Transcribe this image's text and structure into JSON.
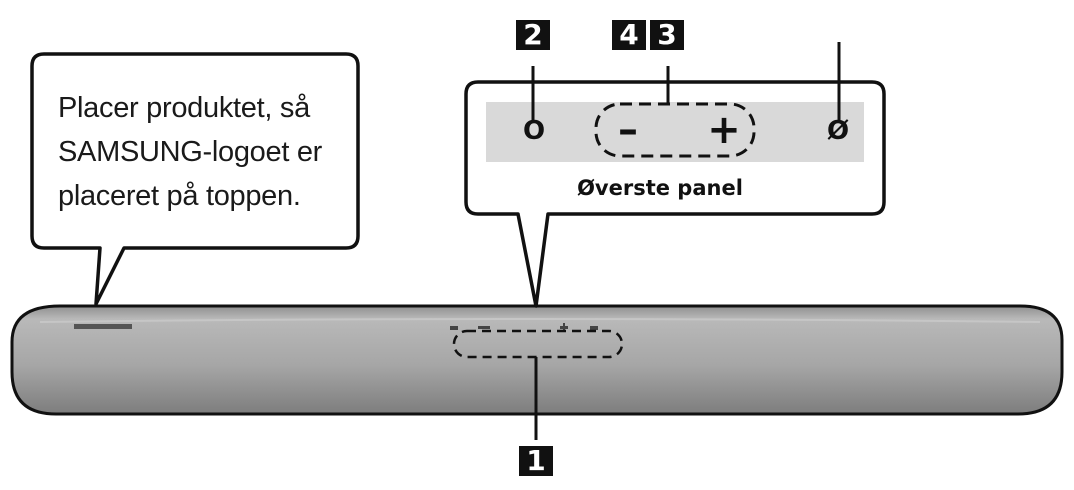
{
  "callout": {
    "lines": [
      "Placer produktet, så",
      "SAMSUNG-logoet er",
      "placeret på toppen."
    ]
  },
  "top_panel": {
    "label": "Øverste panel",
    "buttons": {
      "multi_function": "O",
      "volume_down": "–",
      "volume_up": "+",
      "power": "Ø"
    }
  },
  "badges": {
    "one": "1",
    "two": "2",
    "three": "3",
    "four": "4"
  },
  "colors": {
    "panel_strip": "#d9d9d9",
    "soundbar_body": "#a8a8a8",
    "outline": "#111111",
    "badge_bg": "#111111"
  }
}
